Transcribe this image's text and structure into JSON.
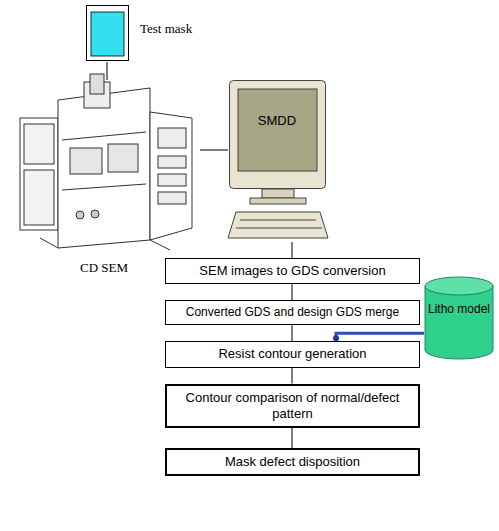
{
  "diagram": {
    "nodes": [
      {
        "text": [
          "Test mask"
        ]
      },
      {
        "text": [
          "CD SEM"
        ]
      },
      {
        "text": [
          "SMDD"
        ]
      },
      {
        "text": [
          "SEM images to GDS conversion"
        ]
      },
      {
        "text": [
          "Converted GDS and design GDS merge"
        ]
      },
      {
        "text": [
          "Resist contour generation"
        ]
      },
      {
        "text": [
          "Contour comparison of normal/defect pattern"
        ]
      },
      {
        "text": [
          "Mask defect disposition"
        ]
      },
      {
        "text": [
          "Litho model"
        ]
      }
    ],
    "edges": [
      {
        "from": 0,
        "to": 1,
        "arrow": "none"
      },
      {
        "from": 1,
        "to": 2,
        "arrow": "none"
      },
      {
        "from": 2,
        "to": 3,
        "arrow": "none"
      },
      {
        "from": 3,
        "to": 4,
        "arrow": "none"
      },
      {
        "from": 4,
        "to": 5,
        "arrow": "none"
      },
      {
        "from": 5,
        "to": 6,
        "arrow": "none"
      },
      {
        "from": 6,
        "to": 7,
        "arrow": "none"
      },
      {
        "from": 8,
        "to": 5,
        "arrow": "none"
      }
    ]
  }
}
